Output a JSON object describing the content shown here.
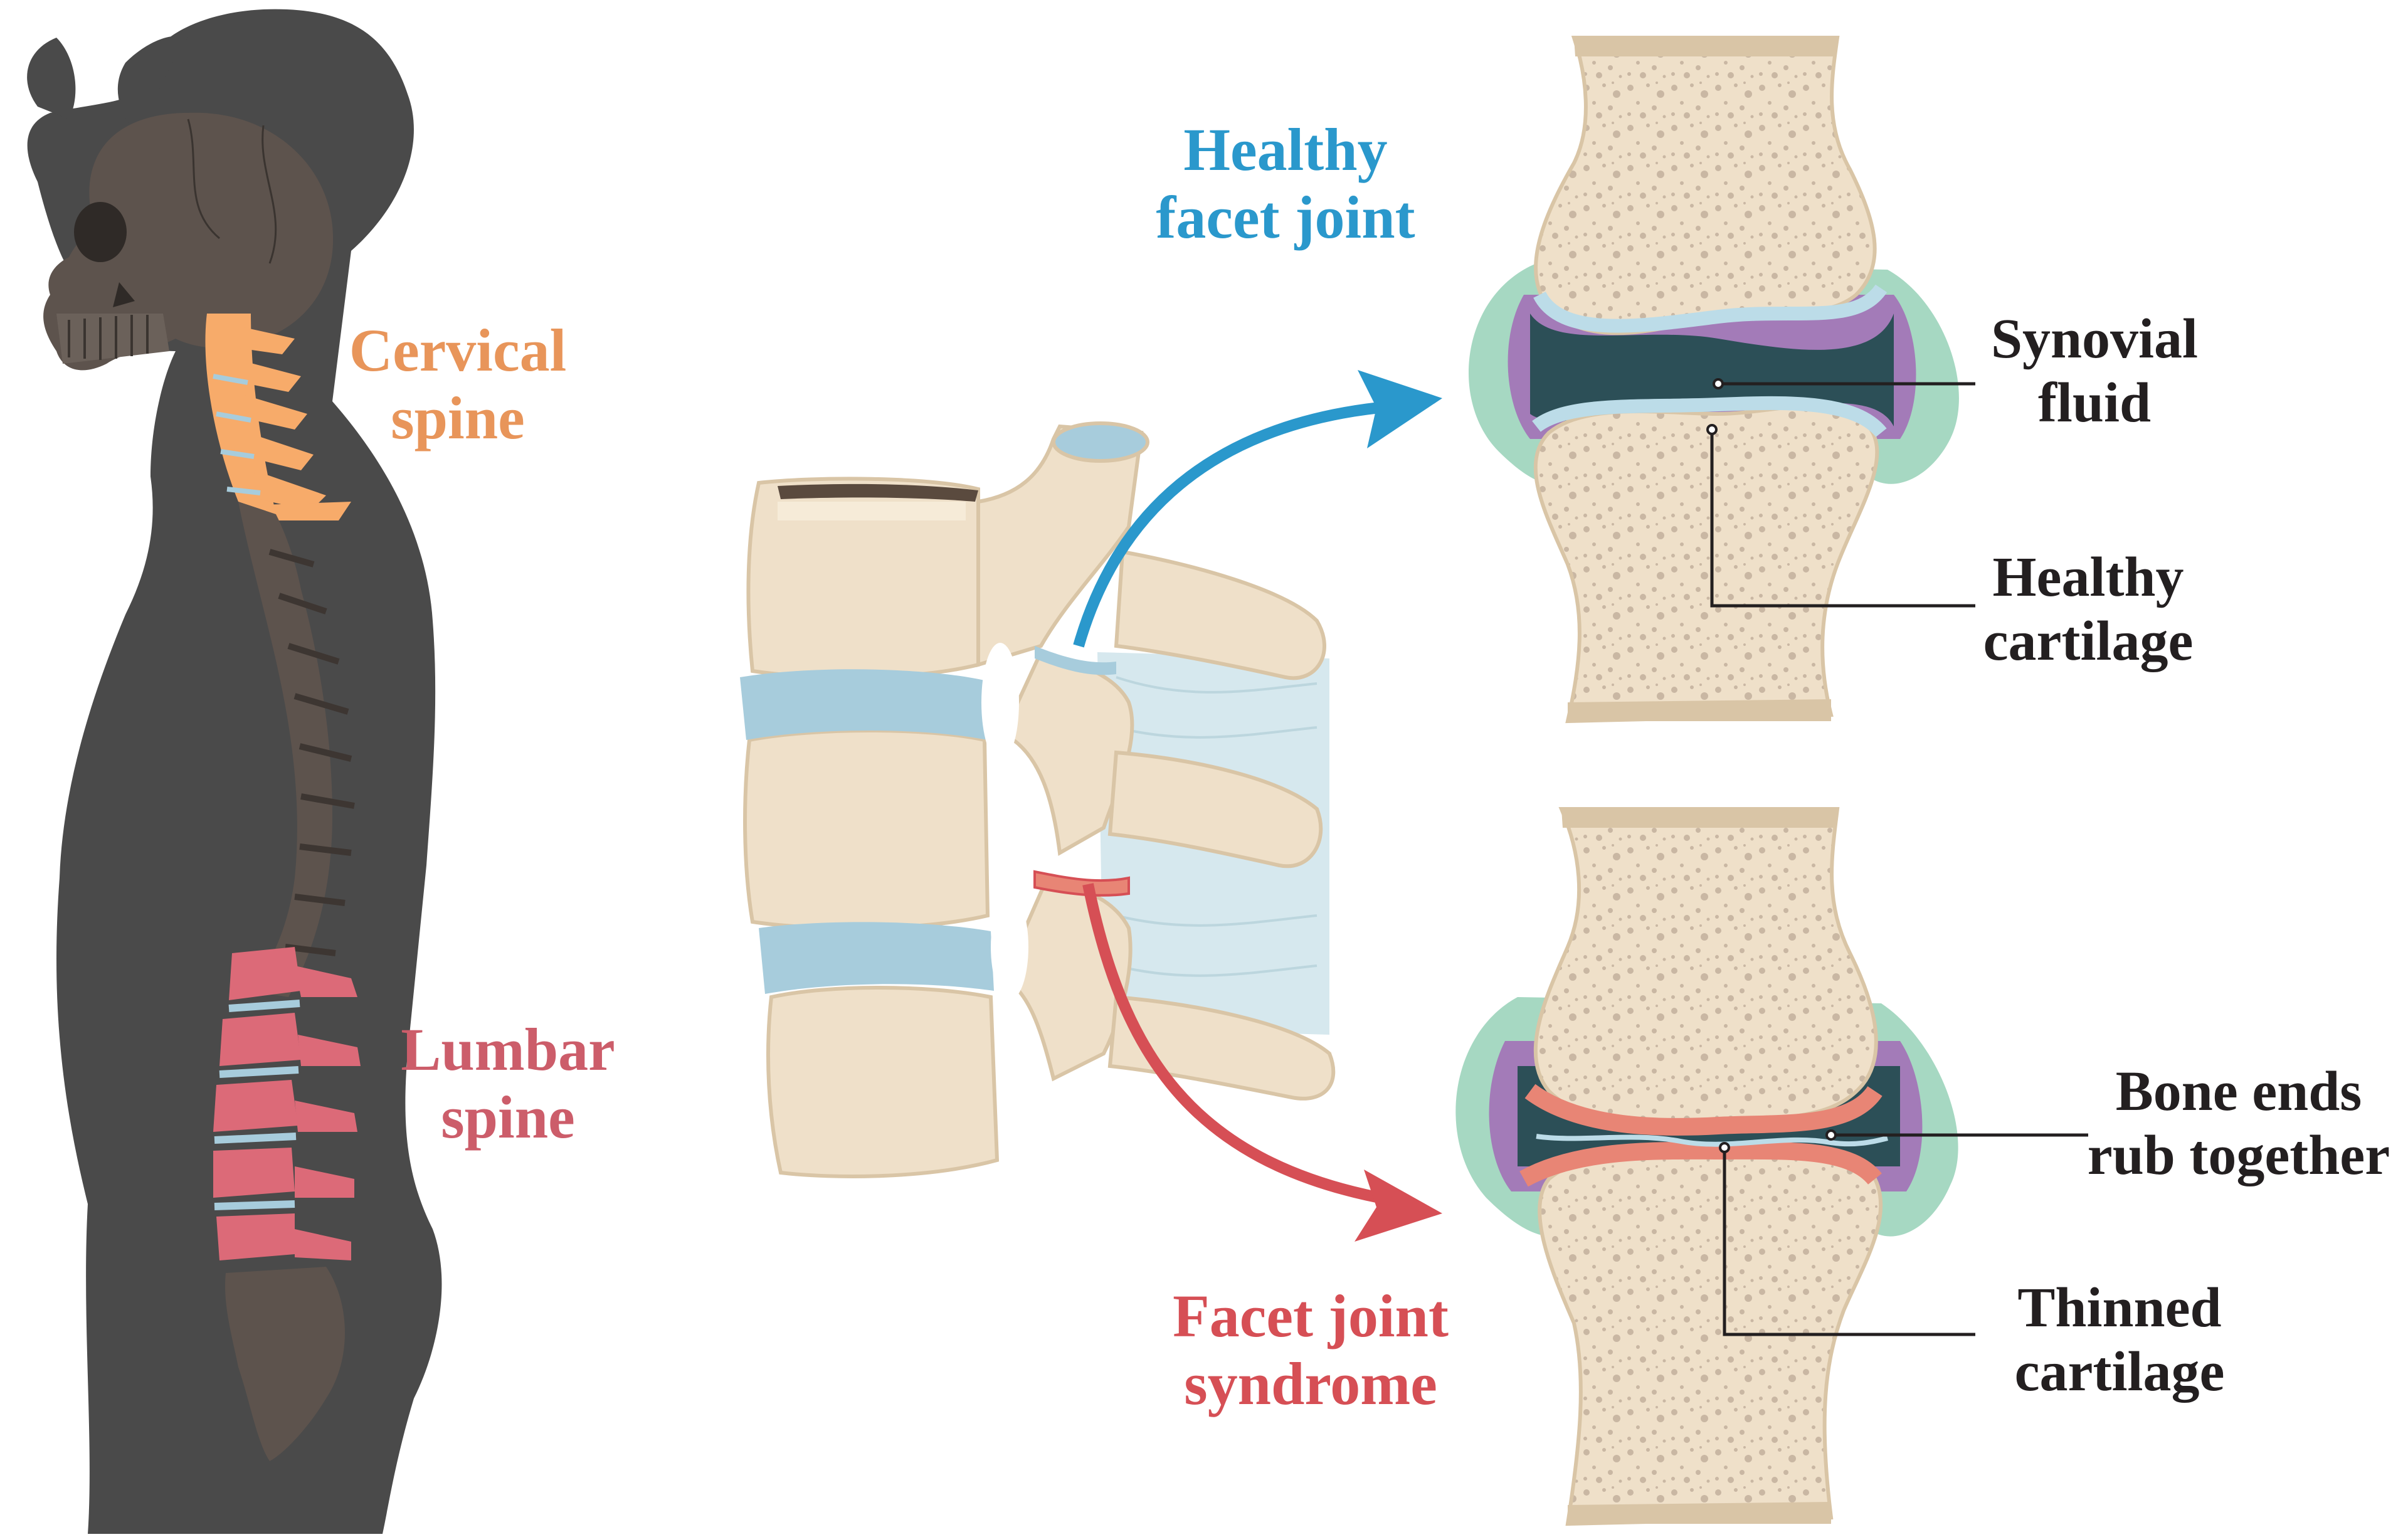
{
  "labels": {
    "cervical": [
      "Cervical",
      "spine"
    ],
    "lumbar": [
      "Lumbar",
      "spine"
    ],
    "healthy_title": [
      "Healthy",
      "facet  joint"
    ],
    "syndrome_title": [
      "Facet joint",
      "syndrome"
    ],
    "synovial": [
      "Synovial",
      "fluid"
    ],
    "healthy_cartilage": [
      "Healthy",
      "cartilage"
    ],
    "bone_ends": [
      "Bone ends",
      "rub together"
    ],
    "thinned": [
      "Thinned",
      "cartilage"
    ]
  },
  "colors": {
    "silhouette": "#4a4a4a",
    "skull": "#5d534d",
    "cervical": "#f7ab6a",
    "cervical_text": "#e8955a",
    "lumbar": "#dc6a78",
    "lumbar_text": "#cc5d6a",
    "healthy_text": "#2a98cc",
    "syndrome_text": "#d64f55",
    "arrow_blue": "#2a98cc",
    "arrow_red": "#d64f55",
    "bone": "#efe0c9",
    "bone_dots": "#c9b7a3",
    "cartilage": "#bcdce8",
    "inflamed_cartilage": "#e88575",
    "synovial_fluid": "#2c4f57",
    "capsule_purple": "#a37bb8",
    "capsule_green": "#a6d8c2",
    "disc": "#a7ccdc",
    "ligament": "#d6e8ee",
    "leader_line": "#231f20"
  },
  "icons": [
    "person-silhouette",
    "skull-icon",
    "spine-segment-icon",
    "healthy-joint-icon",
    "damaged-joint-icon"
  ]
}
